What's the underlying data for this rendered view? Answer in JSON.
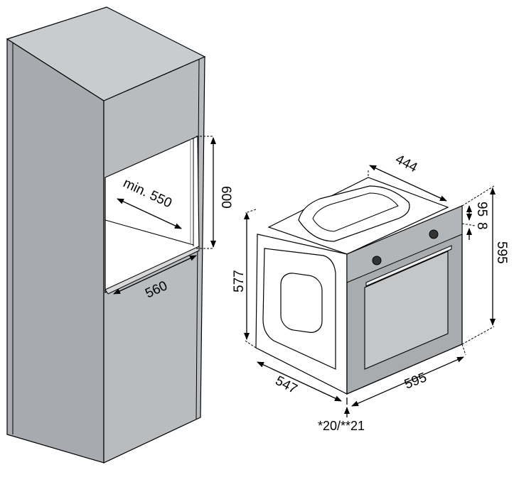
{
  "cabinet": {
    "niche_depth_label": "min. 550",
    "niche_height_label": "600",
    "niche_width_label": "560"
  },
  "oven": {
    "side_height_label": "577",
    "depth_label": "547",
    "width_label": "595",
    "height_label": "595",
    "top_depth_label": "444",
    "panel_label": "95",
    "gap_label": "8",
    "offset_label": "*20/**21"
  },
  "colors": {
    "cabinet_front": "#b9bcbf",
    "cabinet_side": "#a7abaf",
    "oven_panel": "#a9acaf"
  }
}
